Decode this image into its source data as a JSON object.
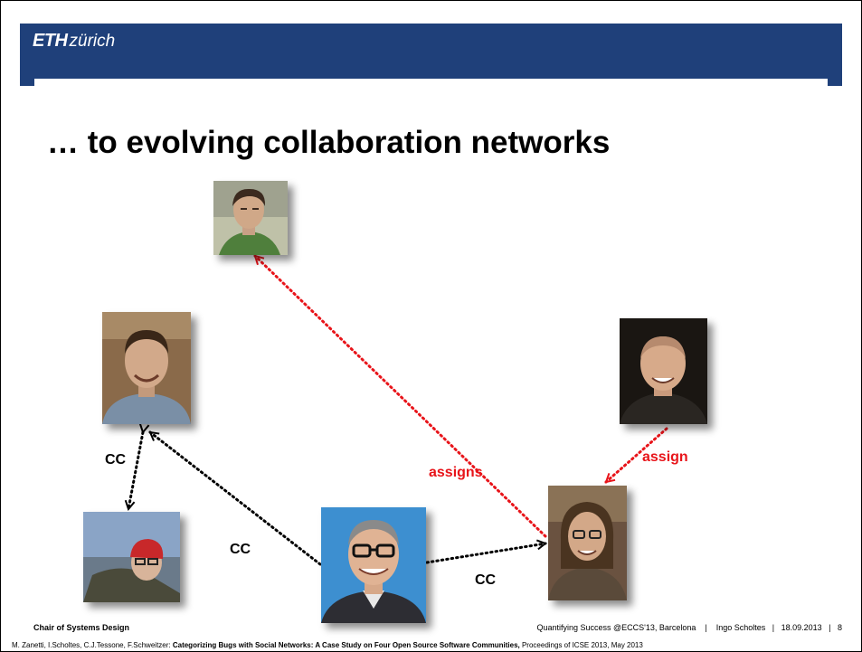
{
  "header": {
    "logo_eth": "ETH",
    "logo_zurich": "zürich",
    "brand_color": "#1f407a"
  },
  "slide": {
    "title": "… to evolving collaboration networks"
  },
  "edge_labels": {
    "cc_left": "CC",
    "cc_middle": "CC",
    "cc_bottom": "CC",
    "assigns": "assigns",
    "assign": "assign"
  },
  "colors": {
    "cc_edge": "#000000",
    "assign_edge": "#e8141a"
  },
  "footer": {
    "chair": "Chair of Systems Design",
    "info": "Quantifying Success @ECCS'13, Barcelona    |    Ingo Scholtes   |   18.09.2013   |   8"
  },
  "citation": {
    "authors": "M. Zanetti, I.Scholtes, C.J.Tessone, F.Schweitzer: ",
    "title": "Categorizing Bugs with Social Networks: A Case Study on Four Open Source Software Communities,",
    "venue": " Proceedings of ICSE 2013, May 2013"
  }
}
